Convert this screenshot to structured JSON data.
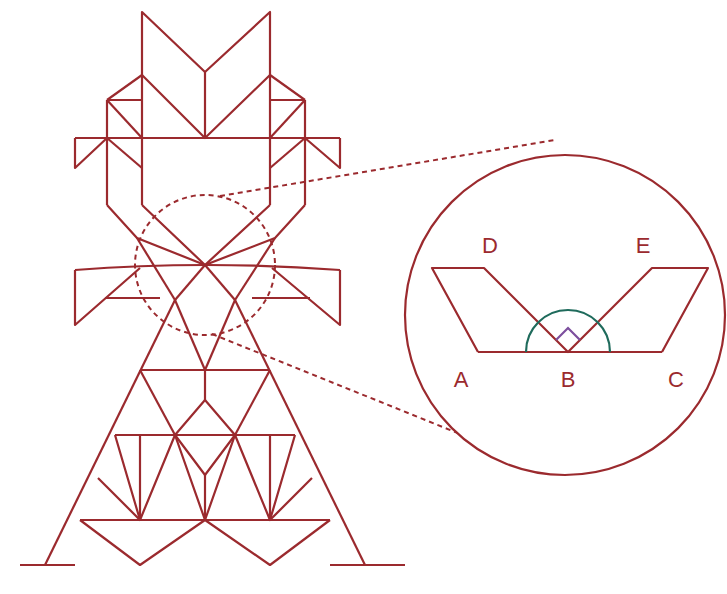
{
  "diagram": {
    "labels": [
      "D",
      "E",
      "A",
      "B",
      "C"
    ]
  }
}
